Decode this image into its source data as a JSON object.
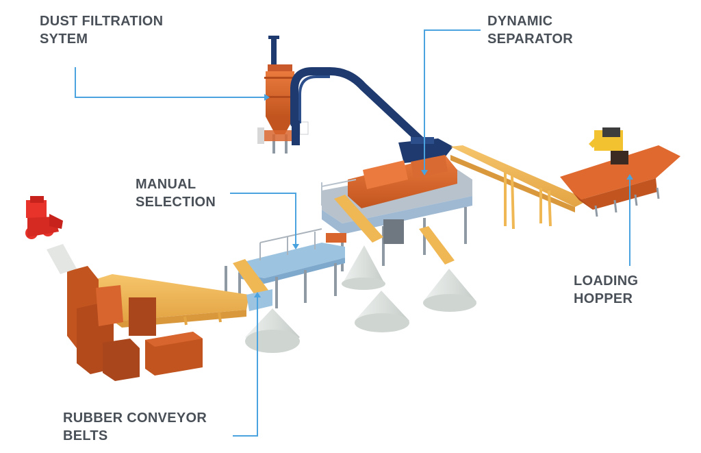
{
  "labels": {
    "dust_filtration": {
      "line1": "DUST FILTRATION",
      "line2": "SYTEM"
    },
    "dynamic_separator": {
      "line1": "DYNAMIC",
      "line2": "SEPARATOR"
    },
    "manual_selection": {
      "line1": "MANUAL",
      "line2": "SELECTION"
    },
    "loading_hopper": {
      "line1": "LOADING",
      "line2": "HOPPER"
    },
    "rubber_conveyor": {
      "line1": "RUBBER CONVEYOR",
      "line2": "BELTS"
    }
  },
  "colors": {
    "leader_line": "#4aa3df",
    "label_text": "#4a5058",
    "machine_orange": "#d9652e",
    "conveyor_yellow": "#f0b755",
    "duct_navy": "#1f3a6e",
    "steel_grey": "#8f99a3",
    "walkway_blue": "#9cc3e0",
    "gravel_pile": "#dfe3e0",
    "loader_red": "#e8332a",
    "excavator_yellow": "#f2c230"
  }
}
